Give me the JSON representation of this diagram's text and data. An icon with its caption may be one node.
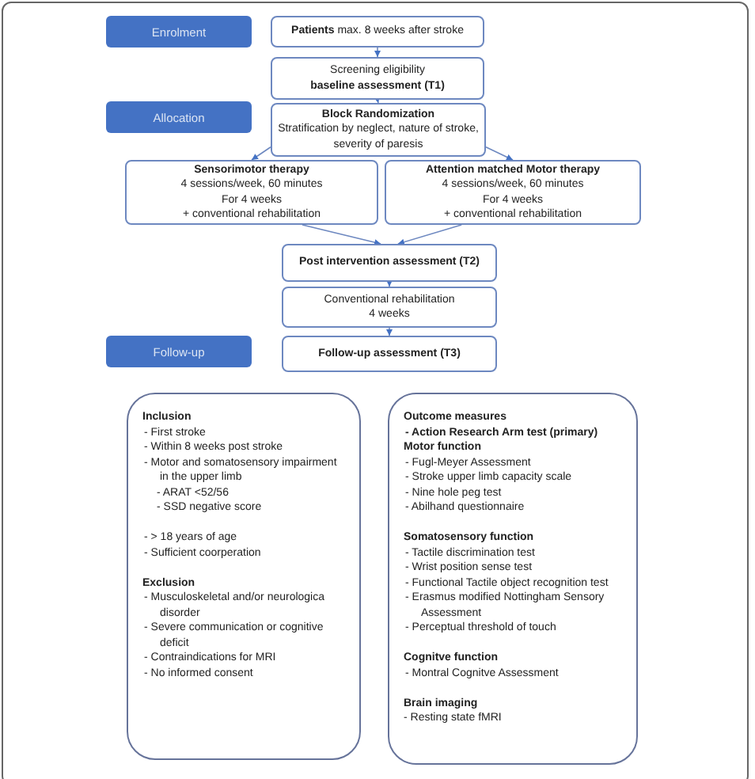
{
  "diagram": {
    "nodes": [
      {
        "text": [
          "Enrolment"
        ]
      },
      {
        "text": [
          "**Patients** max. 8 weeks after stroke"
        ]
      },
      {
        "text": [
          "Screening eligibility",
          "baseline assessment (T1)"
        ]
      },
      {
        "text": [
          "Allocation"
        ]
      },
      {
        "text": [
          "Block Randomization",
          "Stratification by neglect, nature of stroke, severity of paresis"
        ]
      },
      {
        "text": [
          "Sensorimotor therapy",
          "4 sessions/week, 60 minutes",
          "For 4 weeks",
          "+ conventional rehabilitation"
        ]
      },
      {
        "text": [
          "Attention matched Motor therapy",
          "4 sessions/week, 60 minutes",
          "For 4 weeks",
          "+ conventional rehabilitation"
        ]
      },
      {
        "text": [
          "Post intervention assessment (T2)"
        ]
      },
      {
        "text": [
          "Conventional rehabilitation",
          "4 weeks"
        ]
      },
      {
        "text": [
          "Follow-up"
        ]
      },
      {
        "text": [
          "Follow-up assessment (T3)"
        ]
      },
      {
        "text": [
          "Inclusion",
          "- First stroke",
          "- Within 8 weeks post stroke",
          "- Motor and somatosensory impairment in the upper limb",
          "- ARAT <52/56",
          "- SSD negative score",
          "- > 18 years of age",
          "- Sufficient coorperation",
          "Exclusion",
          "- Musculoskeletal and/or neurologica disorder",
          "- Severe communication or cognitive deficit",
          "- Contraindications for MRI",
          "- No informed consent"
        ]
      },
      {
        "text": [
          "Outcome measures",
          "- Action Research Arm test (primary)",
          "Motor function",
          "- Fugl-Meyer Assessment",
          "- Stroke upper limb capacity scale",
          "- Nine hole peg test",
          "- Abilhand questionnaire",
          "Somatosensory function",
          "- Tactile discrimination test",
          "- Wrist position sense test",
          "- Functional Tactile object recognition test",
          "- Erasmus modified Nottingham Sensory Assessment",
          "- Perceptual threshold of touch",
          "Cognitve function",
          "- Montral Cognitve Assessment",
          "Brain imaging",
          "- Resting state fMRI"
        ]
      }
    ],
    "edges": [
      {
        "from": 1,
        "to": 2,
        "arrow": "to"
      },
      {
        "from": 2,
        "to": 4,
        "arrow": "to"
      },
      {
        "from": 4,
        "to": 5,
        "arrow": "to"
      },
      {
        "from": 4,
        "to": 6,
        "arrow": "to"
      },
      {
        "from": 5,
        "to": 7,
        "arrow": "to"
      },
      {
        "from": 6,
        "to": 7,
        "arrow": "to"
      },
      {
        "from": 7,
        "to": 8,
        "arrow": "to"
      },
      {
        "from": 8,
        "to": 10,
        "arrow": "to"
      }
    ]
  }
}
